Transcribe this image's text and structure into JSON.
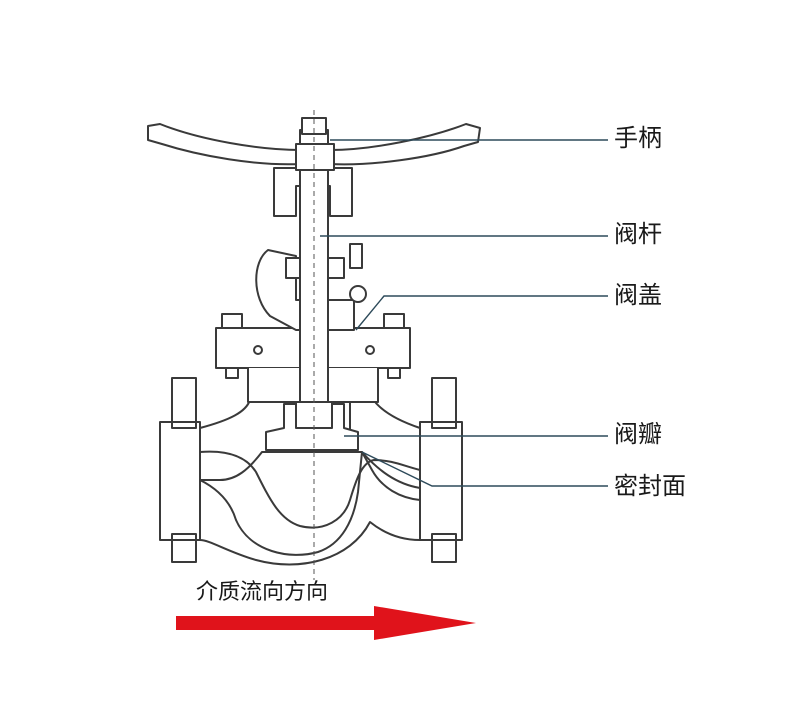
{
  "labels": {
    "handwheel": "手柄",
    "stem": "阀杆",
    "bonnet": "阀盖",
    "disc": "阀瓣",
    "seat_face": "密封面"
  },
  "flow": {
    "label": "介质流向方向",
    "arrow_color": "#e0131b"
  },
  "line_color": "#3a3a3a",
  "leader_color": "#2d4a5a"
}
